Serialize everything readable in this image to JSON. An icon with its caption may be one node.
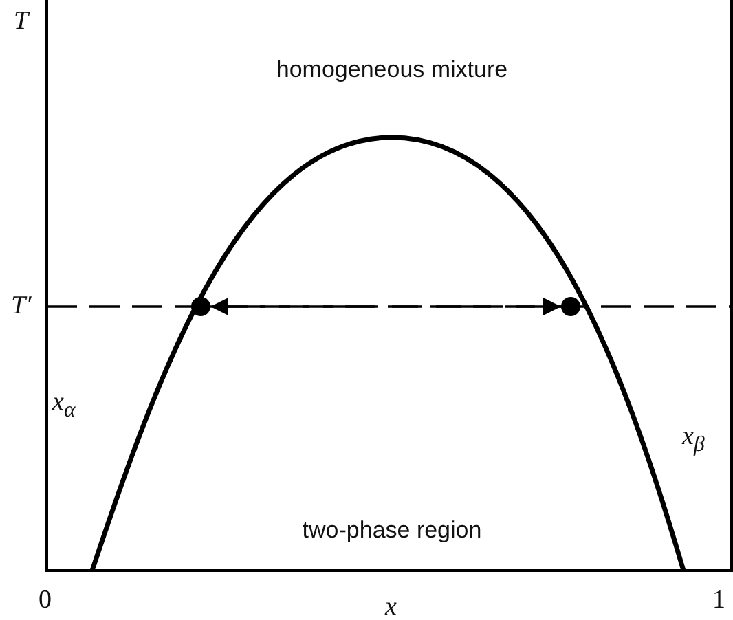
{
  "diagram": {
    "nodes": [
      {
        "text": [],
        "shape": "circle"
      },
      {
        "text": [],
        "shape": "circle"
      }
    ],
    "edges": [
      {
        "from": 0,
        "to": 1,
        "arrow": "both",
        "style": "dashed"
      }
    ],
    "labels": [
      "T",
      "homogeneous mixture",
      "T′",
      "x$_{α}$",
      "x$_{β}$",
      "two-phase region",
      "0",
      "1",
      "x"
    ]
  }
}
